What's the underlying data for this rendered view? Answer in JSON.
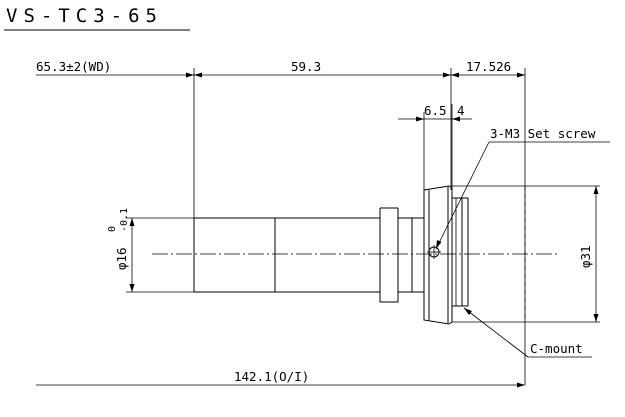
{
  "model": "VS-TC3-65",
  "dimensions": {
    "working_distance": "65.3±2(WD)",
    "body_length": "59.3",
    "flange_back": "17.526",
    "groove_width": "6.5",
    "groove_offset": "4",
    "tube_diameter": "φ16",
    "tube_tolerance_upper": "0",
    "tube_tolerance_lower": "-0.1",
    "mount_diameter": "φ31",
    "total_length": "142.1(O/I)"
  },
  "callouts": {
    "set_screw": "3-M3 Set screw",
    "mount": "C-mount"
  }
}
